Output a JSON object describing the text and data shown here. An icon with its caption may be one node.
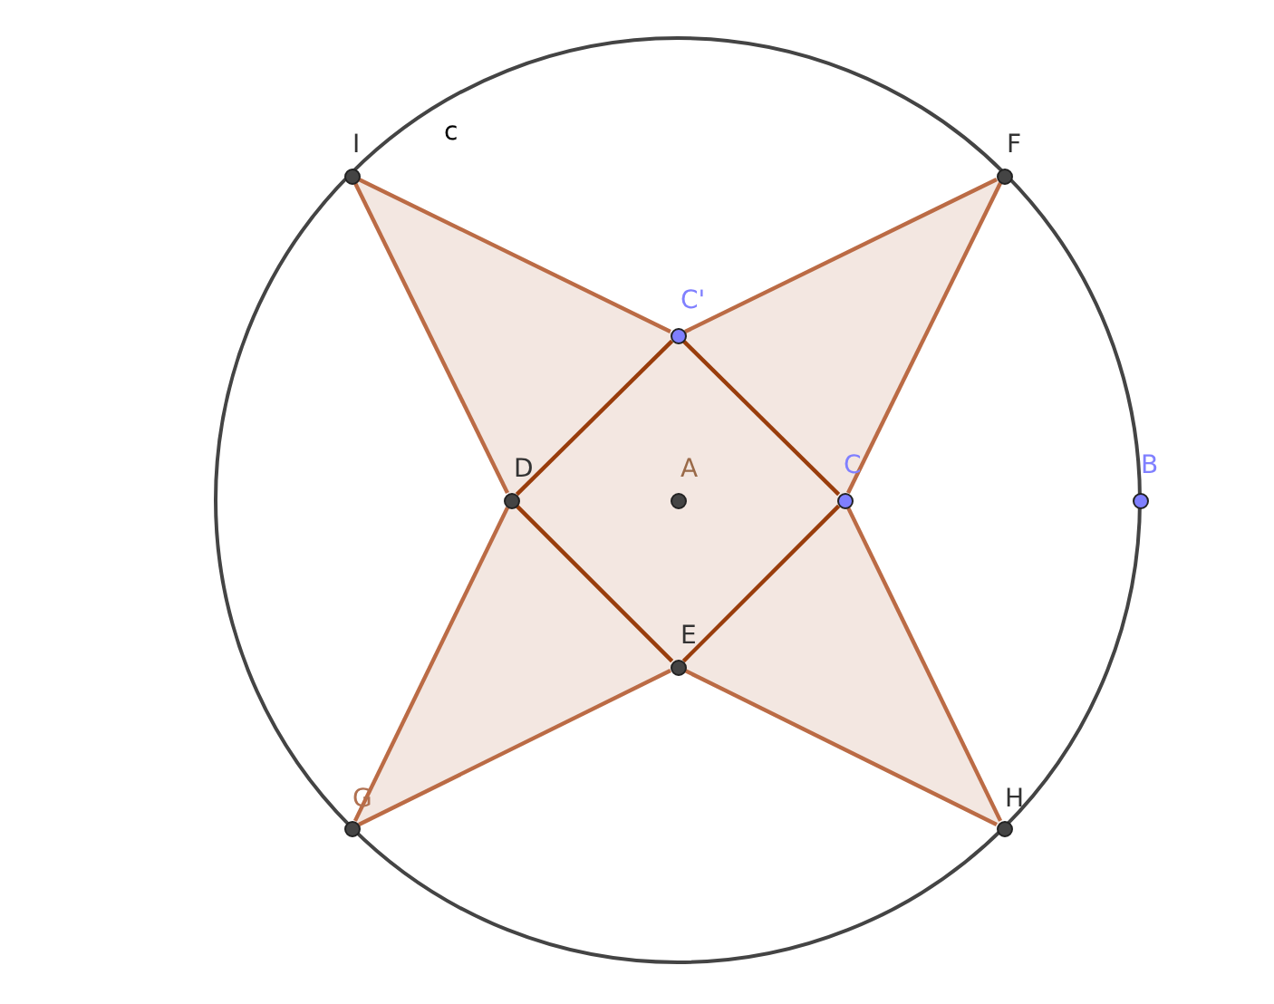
{
  "diagram": {
    "nodes": [
      {
        "text": [
          "I"
        ]
      },
      {
        "text": [
          "F"
        ]
      },
      {
        "text": [
          "C'"
        ]
      },
      {
        "text": [
          "D"
        ]
      },
      {
        "text": [
          "A"
        ]
      },
      {
        "text": [
          "C"
        ]
      },
      {
        "text": [
          "B"
        ]
      },
      {
        "text": [
          "E"
        ]
      },
      {
        "text": [
          "G"
        ]
      },
      {
        "text": [
          "H"
        ]
      }
    ],
    "edges": [
      {
        "from": 0,
        "to": 2,
        "arrow": "none"
      },
      {
        "from": 2,
        "to": 1,
        "arrow": "none"
      },
      {
        "from": 1,
        "to": 5,
        "arrow": "none"
      },
      {
        "from": 5,
        "to": 9,
        "arrow": "none"
      },
      {
        "from": 9,
        "to": 7,
        "arrow": "none"
      },
      {
        "from": 7,
        "to": 8,
        "arrow": "none"
      },
      {
        "from": 8,
        "to": 3,
        "arrow": "none"
      },
      {
        "from": 3,
        "to": 0,
        "arrow": "none"
      },
      {
        "from": 2,
        "to": 5,
        "arrow": "none",
        "color": "#993d0c"
      },
      {
        "from": 5,
        "to": 7,
        "arrow": "none",
        "color": "#993d0c"
      },
      {
        "from": 7,
        "to": 3,
        "arrow": "none",
        "color": "#993d0c"
      },
      {
        "from": 3,
        "to": 2,
        "arrow": "none",
        "color": "#993d0c"
      }
    ],
    "labels": [
      "c"
    ]
  }
}
